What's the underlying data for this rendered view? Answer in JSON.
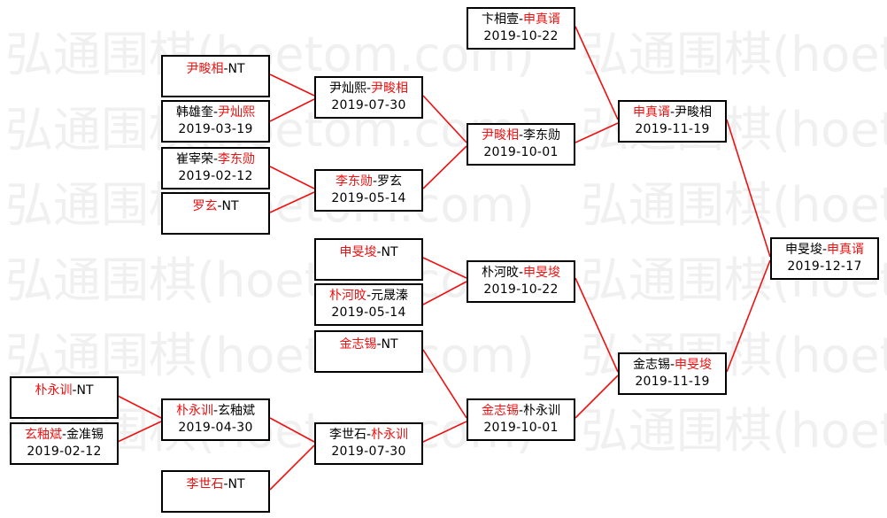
{
  "watermark": "弘通围棋(hoetom.com)",
  "colors": {
    "winner": "#ee1111",
    "line": "#ee1111",
    "border": "#000000"
  },
  "matches": [
    {
      "id": "r1-1",
      "p1": "尹畯相",
      "p2": "NT",
      "winner": 1,
      "date": ""
    },
    {
      "id": "r1-2",
      "p1": "韩雄奎",
      "p2": "尹灿熙",
      "winner": 2,
      "date": "2019-03-19"
    },
    {
      "id": "r1-3",
      "p1": "崔宰荣",
      "p2": "李东勋",
      "winner": 2,
      "date": "2019-02-12"
    },
    {
      "id": "r1-4",
      "p1": "罗玄",
      "p2": "NT",
      "winner": 1,
      "date": ""
    },
    {
      "id": "r1-5",
      "p1": "朴永训",
      "p2": "NT",
      "winner": 1,
      "date": ""
    },
    {
      "id": "r1-6",
      "p1": "玄釉斌",
      "p2": "金准锡",
      "winner": 1,
      "date": "2019-02-12"
    },
    {
      "id": "r2-1",
      "p1": "尹灿熙",
      "p2": "尹畯相",
      "winner": 2,
      "date": "2019-07-30"
    },
    {
      "id": "r2-2",
      "p1": "李东勋",
      "p2": "罗玄",
      "winner": 1,
      "date": "2019-05-14"
    },
    {
      "id": "r2-3",
      "p1": "申旻埈",
      "p2": "NT",
      "winner": 1,
      "date": ""
    },
    {
      "id": "r2-4",
      "p1": "朴河旼",
      "p2": "元晟溱",
      "winner": 1,
      "date": "2019-05-14"
    },
    {
      "id": "r2-5",
      "p1": "金志锡",
      "p2": "NT",
      "winner": 1,
      "date": ""
    },
    {
      "id": "r2-6",
      "p1": "朴永训",
      "p2": "玄釉斌",
      "winner": 1,
      "date": "2019-04-30"
    },
    {
      "id": "r2-7",
      "p1": "李世石",
      "p2": "NT",
      "winner": 1,
      "date": ""
    },
    {
      "id": "r3-1",
      "p1": "卞相壹",
      "p2": "申真谞",
      "winner": 2,
      "date": "2019-10-22"
    },
    {
      "id": "r3-2",
      "p1": "尹畯相",
      "p2": "李东勋",
      "winner": 1,
      "date": "2019-10-01"
    },
    {
      "id": "r3-3",
      "p1": "朴河旼",
      "p2": "申旻埈",
      "winner": 2,
      "date": "2019-10-22"
    },
    {
      "id": "r3-4",
      "p1": "金志锡",
      "p2": "朴永训",
      "winner": 1,
      "date": "2019-10-01"
    },
    {
      "id": "r3-5",
      "p1": "李世石",
      "p2": "朴永训",
      "winner": 2,
      "date": "2019-07-30"
    },
    {
      "id": "r4-1",
      "p1": "申真谞",
      "p2": "尹畯相",
      "winner": 1,
      "date": "2019-11-19"
    },
    {
      "id": "r4-2",
      "p1": "金志锡",
      "p2": "申旻埈",
      "winner": 2,
      "date": "2019-11-19"
    },
    {
      "id": "final",
      "p1": "申旻埈",
      "p2": "申真谞",
      "winner": 2,
      "date": "2019-12-17"
    }
  ]
}
